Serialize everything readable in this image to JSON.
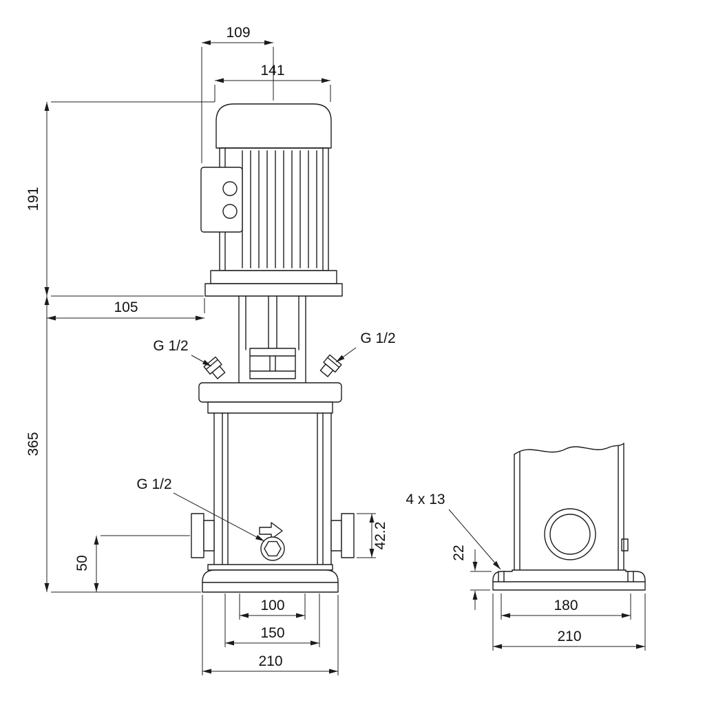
{
  "page": {
    "background": "#ffffff",
    "line_color": "#1c1c1c",
    "text_color": "#111111"
  },
  "front_view": {
    "dim_box_to_center": "109",
    "dim_motor_width": "141",
    "dim_motor_height": "191",
    "dim_offset": "105",
    "dim_pump_height": "365",
    "dim_port_center_height": "50",
    "dim_port_flange": "42.2",
    "dim_base_inner": "100",
    "dim_base_mid": "150",
    "dim_base_outer": "210",
    "label_port_left": "G 1/2",
    "label_port_right": "G 1/2",
    "label_drain_port": "G 1/2"
  },
  "side_view": {
    "label_bolt_holes": "4 x 13",
    "dim_base_height": "22",
    "dim_hole_spacing": "180",
    "dim_base_width": "210"
  }
}
